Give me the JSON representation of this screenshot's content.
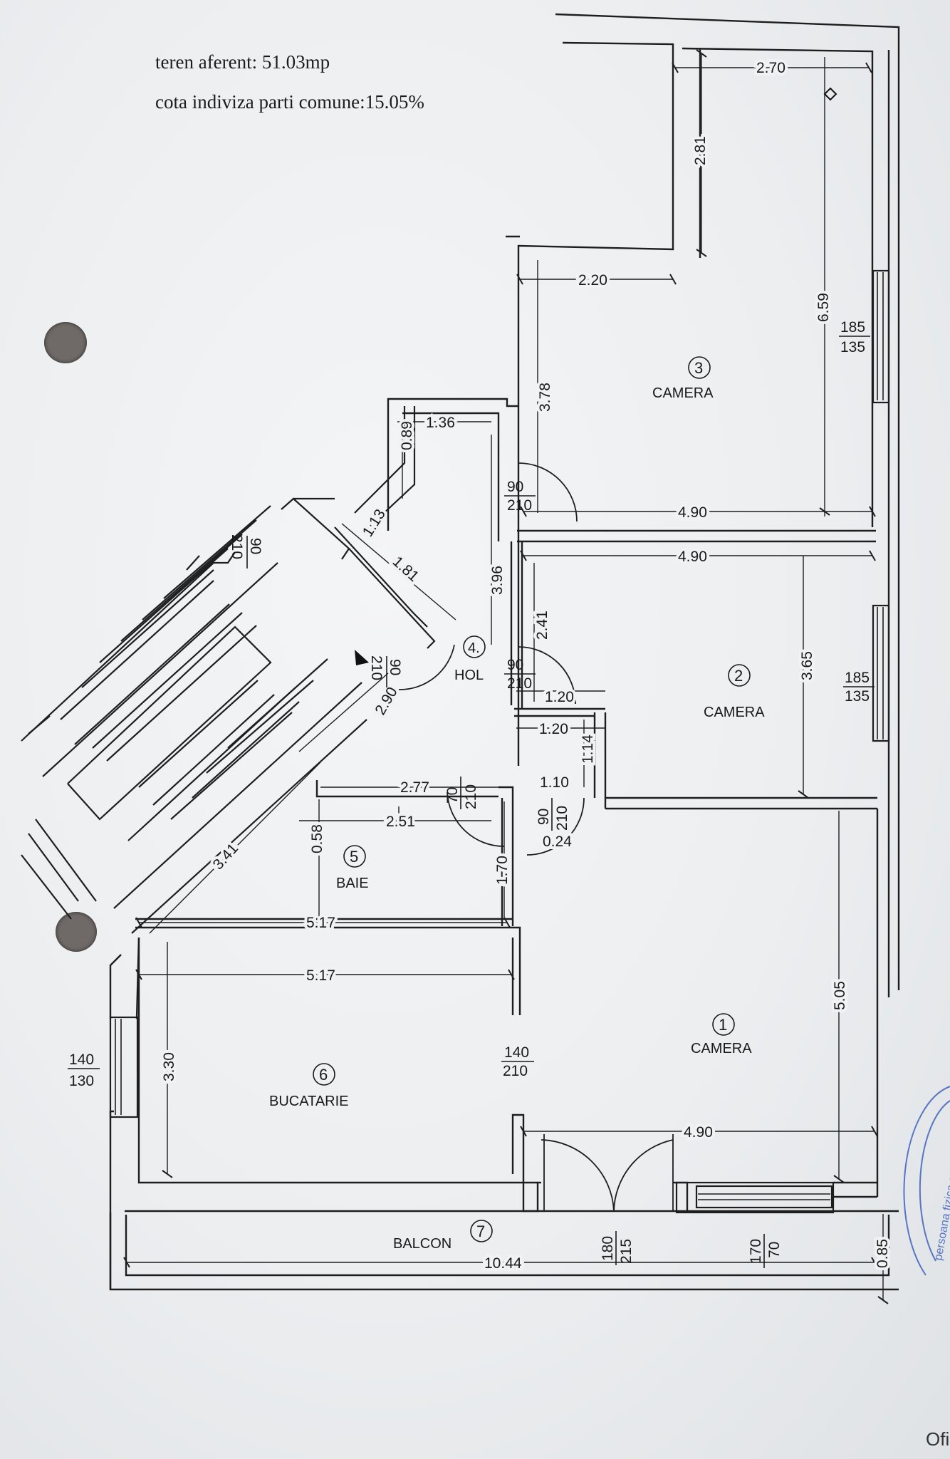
{
  "notes": {
    "land": "teren aferent: 51.03mp",
    "share": "cota indiviza parti comune:15.05%"
  },
  "rooms": [
    {
      "num": "1",
      "name": "CAMERA"
    },
    {
      "num": "2",
      "name": "CAMERA"
    },
    {
      "num": "3",
      "name": "CAMERA"
    },
    {
      "num": "4.",
      "name": "HOL"
    },
    {
      "num": "5",
      "name": "BAIE"
    },
    {
      "num": "6",
      "name": "BUCATARIE"
    },
    {
      "num": "7",
      "name": "BALCON"
    }
  ],
  "dims": {
    "d270": "2.70",
    "d281": "2.81",
    "d220": "2.20",
    "d659": "6.59",
    "d378": "3.78",
    "d490a": "4.90",
    "d490b": "4.90",
    "d490c": "4.90",
    "d136": "1.36",
    "d089": "0.89",
    "d113": "1.13",
    "d181": "1.81",
    "d396": "3.96",
    "d241": "2.41",
    "d365": "3.65",
    "d120a": "1.20",
    "d120b": "1.20",
    "d114": "1.14",
    "d110": "1.10",
    "d277": "2.77",
    "d251": "2.51",
    "d058": "0.58",
    "d024": "0.24",
    "d170": "1.70",
    "d341": "3.41",
    "d290": "2.90",
    "d517a": "5.17",
    "d517b": "5.17",
    "d505": "5.05",
    "d330": "3.30",
    "d1044": "10.44",
    "d085": "0.85"
  },
  "openings": {
    "w3": {
      "top": "185",
      "bot": "135"
    },
    "w2": {
      "top": "185",
      "bot": "135"
    },
    "w6": {
      "top": "140",
      "bot": "130"
    },
    "d3": {
      "top": "90",
      "bot": "210"
    },
    "d2": {
      "top": "90",
      "bot": "210"
    },
    "dEntry": {
      "top": "90",
      "bot": "210"
    },
    "dLand": {
      "top": "90",
      "bot": "210"
    },
    "dBaie": {
      "top": "70",
      "bot": "210"
    },
    "dC1": {
      "top": "90",
      "bot": "210"
    },
    "dKitchen": {
      "top": "140",
      "bot": "210"
    },
    "dBalcony": {
      "top": "180",
      "bot": "215"
    },
    "wBalc": {
      "top": "170",
      "bot": "70"
    }
  },
  "stamp_text": "persoana fizica autorizata",
  "corner_text": "Ofi"
}
